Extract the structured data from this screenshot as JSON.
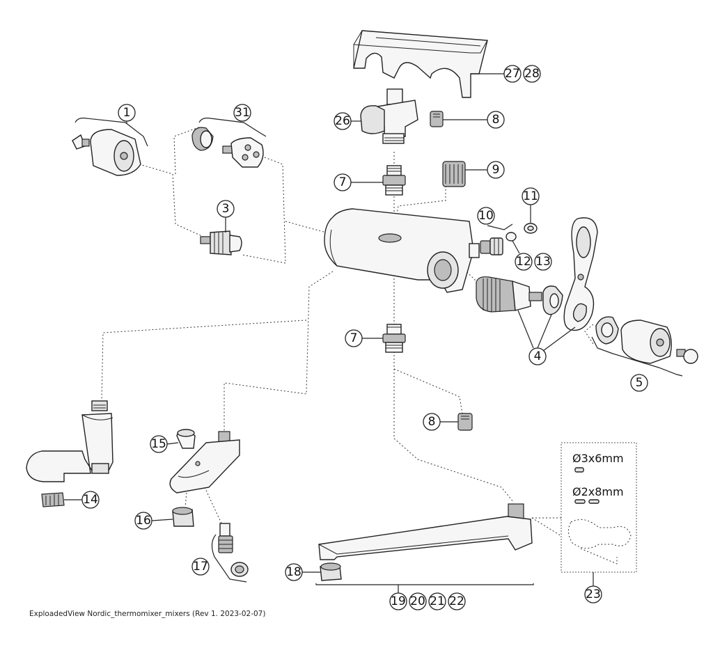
{
  "callouts": {
    "c1": "1",
    "c31": "31",
    "c3": "3",
    "c26": "26",
    "c8a": "8",
    "c7a": "7",
    "c9": "9",
    "c27": "27",
    "c28": "28",
    "c10": "10",
    "c11": "11",
    "c12": "12",
    "c13": "13",
    "c4": "4",
    "c5": "5",
    "c7b": "7",
    "c8b": "8",
    "c14": "14",
    "c15": "15",
    "c16": "16",
    "c17": "17",
    "c18": "18",
    "c19": "19",
    "c20": "20",
    "c21": "21",
    "c22": "22",
    "c23": "23"
  },
  "kit": {
    "pin_a": "Ø3x6mm",
    "pin_b": "Ø2x8mm"
  },
  "footer": "ExploadedView Nordic_thermomixer_mixers  (Rev 1. 2023-02-07)"
}
